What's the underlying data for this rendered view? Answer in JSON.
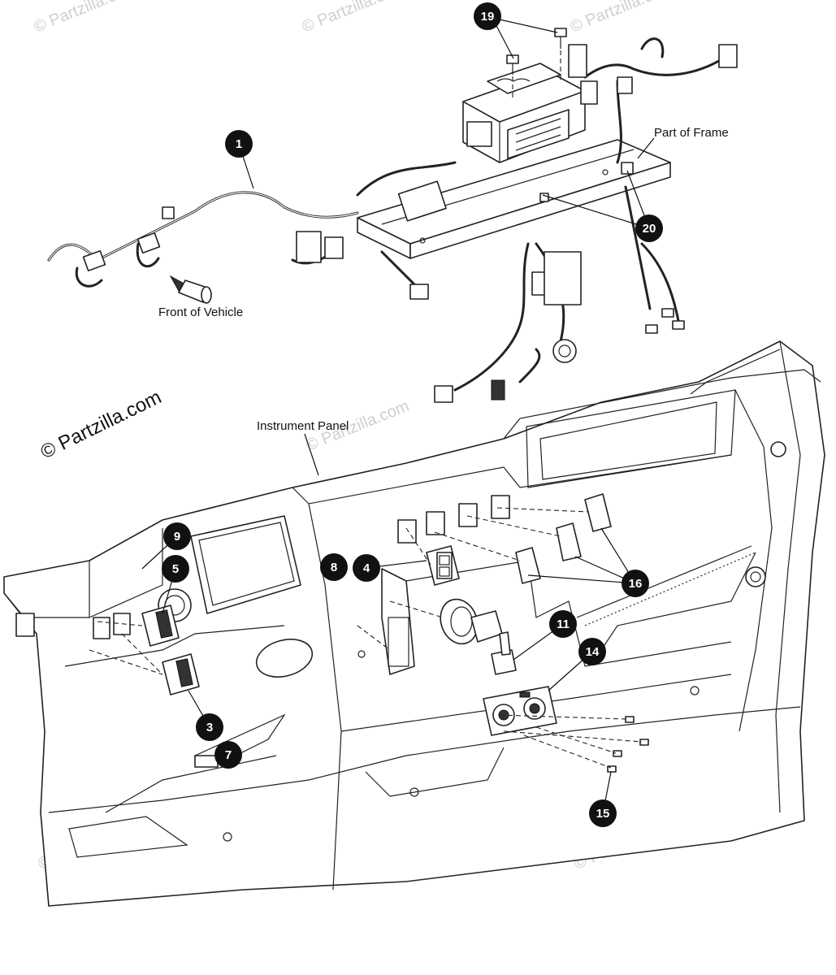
{
  "copyright": "© Partzilla.com",
  "watermark_text": "© Partzilla.com",
  "labels": {
    "part_of_frame": "Part of Frame",
    "front_of_vehicle": "Front of Vehicle",
    "instrument_panel": "Instrument Panel"
  },
  "callouts": [
    {
      "id": "c1",
      "number": "1"
    },
    {
      "id": "c19",
      "number": "19"
    },
    {
      "id": "c20",
      "number": "20"
    },
    {
      "id": "c9",
      "number": "9"
    },
    {
      "id": "c5",
      "number": "5"
    },
    {
      "id": "c8",
      "number": "8"
    },
    {
      "id": "c4",
      "number": "4"
    },
    {
      "id": "c16",
      "number": "16"
    },
    {
      "id": "c11",
      "number": "11"
    },
    {
      "id": "c14",
      "number": "14"
    },
    {
      "id": "c3",
      "number": "3"
    },
    {
      "id": "c7",
      "number": "7"
    },
    {
      "id": "c15",
      "number": "15"
    }
  ],
  "colors": {
    "callout_fill": "#111111",
    "line": "#222222",
    "watermark": "#cfcfcf",
    "background": "#ffffff"
  }
}
